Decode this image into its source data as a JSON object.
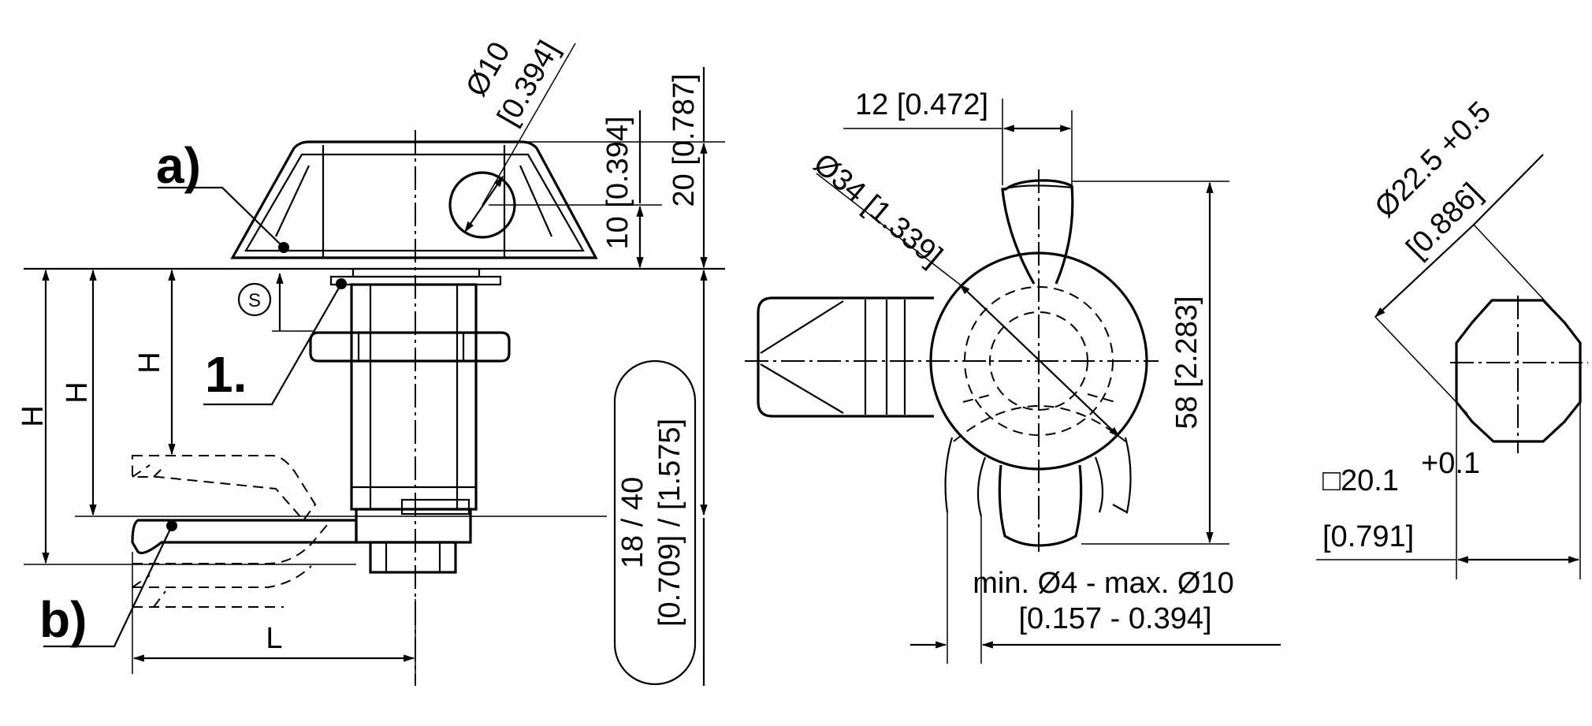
{
  "callouts": {
    "a": "a)",
    "b": "b)",
    "one": "1.",
    "s": "S"
  },
  "dimensions": {
    "dia10": "Ø10",
    "dia10_in": "[0.394]",
    "h20": "20 [0.787]",
    "h10": "10 [0.394]",
    "H1": "H",
    "H2": "H",
    "H3": "H",
    "L": "L",
    "range_mm": "18 / 40",
    "range_in": "[0.709] / [1.575]",
    "w12": "12 [0.472]",
    "dia34": "Ø34 [1.339]",
    "h58": "58 [2.283]",
    "minmax": "min. Ø4 - max. Ø10",
    "minmax_in": "[0.157 - 0.394]",
    "dia22": "Ø22.5 +0.5",
    "dia22_in": "[0.886]",
    "sq": "□20.1",
    "sq_tol": "+0.1",
    "sq_in": "[0.791]"
  }
}
